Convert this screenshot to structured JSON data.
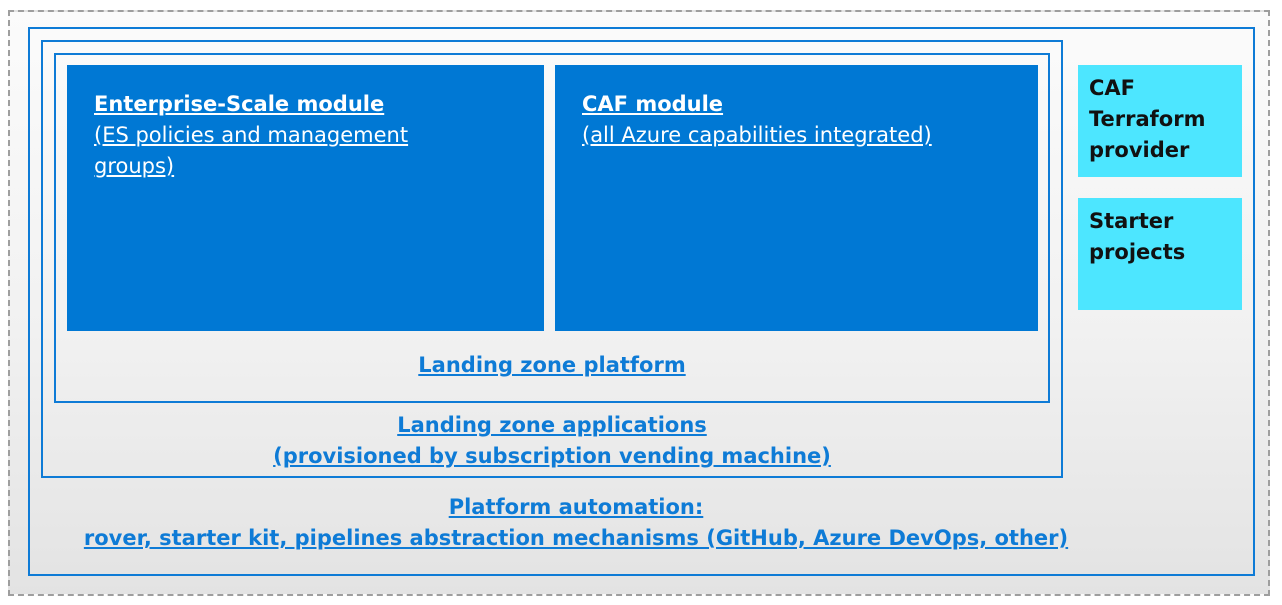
{
  "modules": {
    "enterprise_scale": {
      "title": "Enterprise-Scale module",
      "subtitle_lines": [
        "(ES policies and management",
        "groups)"
      ]
    },
    "caf": {
      "title": "CAF module",
      "subtitle_lines": [
        "(all Azure capabilities integrated)"
      ]
    }
  },
  "captions": {
    "landing_zone_platform": "Landing zone platform",
    "landing_zone_applications": [
      "Landing zone applications",
      "(provisioned by subscription vending machine)"
    ],
    "platform_automation": [
      "Platform automation:",
      "rover, starter kit, pipelines abstraction mechanisms (GitHub, Azure DevOps, other)"
    ]
  },
  "side_cards": {
    "caf_terraform_provider": [
      "CAF",
      "Terraform",
      "provider"
    ],
    "starter_projects": [
      "Starter",
      "projects"
    ]
  },
  "colors": {
    "module_fill": "#0078d4",
    "frame_blue": "#0e7bd6",
    "side_card_fill": "#4de6ff",
    "dashed_border": "#9e9e9e"
  }
}
